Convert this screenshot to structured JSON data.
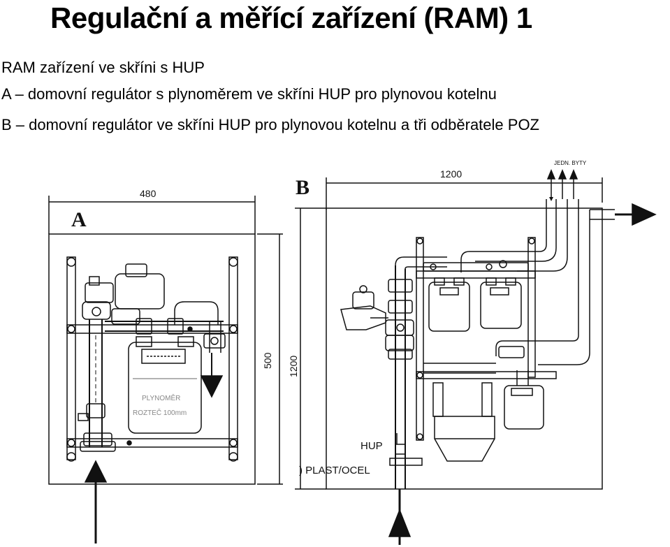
{
  "slide": {
    "title": "Regulační a měřící zařízení (RAM) 1",
    "lines": [
      "RAM zařízení ve skříni s HUP",
      "A – domovní regulátor s plynoměrem ve skříni HUP pro plynovou kotelnu",
      "B – domovní regulátor ve skříni HUP pro plynovou kotelnu a tři odběratele POZ"
    ]
  },
  "drawing_a": {
    "label": "A",
    "dim_width": "480",
    "dim_height": "500",
    "meter_text_1": "PLYNOMĚR",
    "meter_text_2": "ROZTEČ 100mm"
  },
  "drawing_b": {
    "label": "B",
    "dim_width": "1200",
    "dim_height": "1200",
    "outlet_note": "JEDN. BYTY",
    "hup_label": "HUP",
    "pipe_label": ") PLAST/OCEL"
  }
}
